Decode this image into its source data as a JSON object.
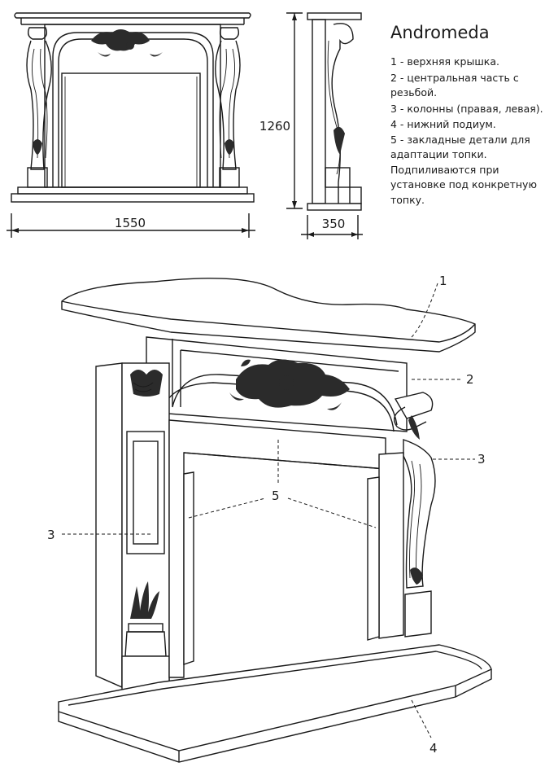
{
  "model_name": "Andromeda",
  "legend": [
    "1 - верхняя крышка.",
    "2 - центральная часть с",
    "резьбой.",
    "3 - колонны (правая, левая).",
    "4 - нижний подиум.",
    "5 - закладные детали для",
    "адаптации топки.",
    "Подпиливаются при",
    "установке под конкретную",
    "топку."
  ],
  "dimensions": {
    "width": "1550",
    "height": "1260",
    "depth": "350"
  },
  "callouts": {
    "top_cover": "1",
    "central_part": "2",
    "column_right": "3",
    "column_left": "3",
    "bottom_podium": "4",
    "inserts": "5"
  }
}
